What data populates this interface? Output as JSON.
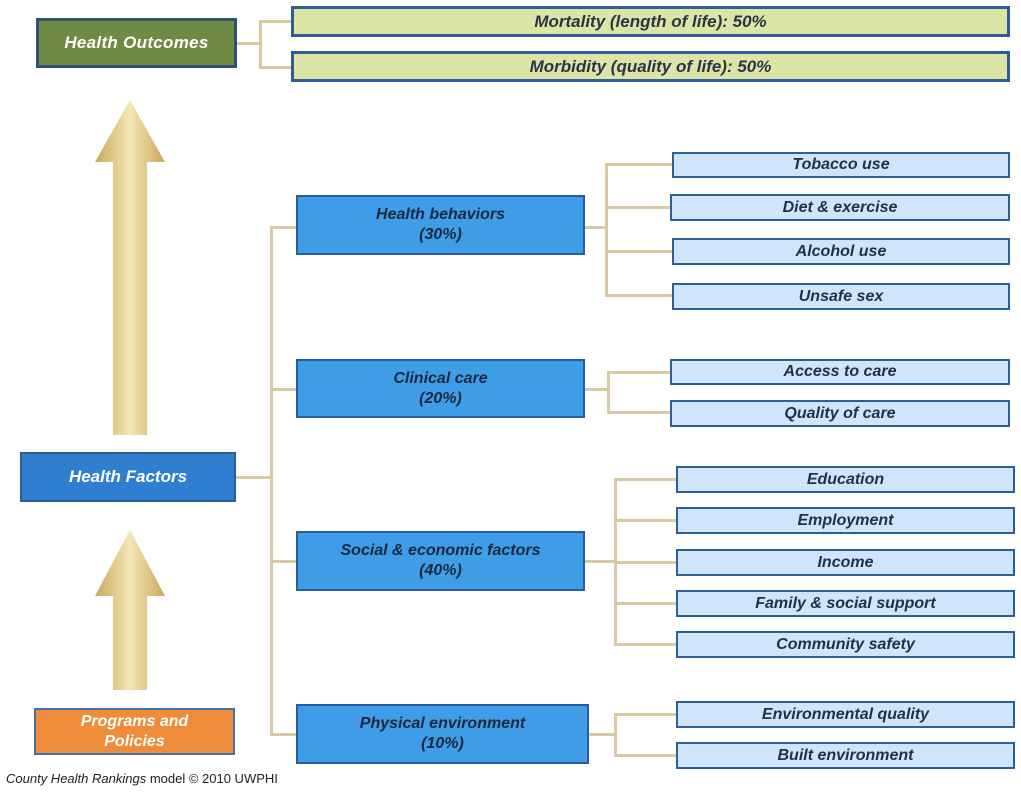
{
  "outcomes": {
    "title": "Health Outcomes",
    "items": [
      "Mortality (length of life): 50%",
      "Morbidity (quality of life): 50%"
    ]
  },
  "factors": {
    "title": "Health Factors",
    "categories": [
      {
        "name": "Health behaviors",
        "weight": "(30%)",
        "items": [
          "Tobacco use",
          "Diet & exercise",
          "Alcohol use",
          "Unsafe sex"
        ]
      },
      {
        "name": "Clinical care",
        "weight": "(20%)",
        "items": [
          "Access to care",
          "Quality of care"
        ]
      },
      {
        "name": "Social & economic factors",
        "weight": "(40%)",
        "items": [
          "Education",
          "Employment",
          "Income",
          "Family & social support",
          "Community safety"
        ]
      },
      {
        "name": "Physical environment",
        "weight": "(10%)",
        "items": [
          "Environmental quality",
          "Built environment"
        ]
      }
    ]
  },
  "programs": {
    "line1": "Programs and",
    "line2": "Policies"
  },
  "caption": {
    "italic": "County Health Rankings",
    "rest": " model © 2010 UWPHI"
  },
  "colors": {
    "outcomes_main": "#6f8a43",
    "outcome_items": "#dbe5a6",
    "factors_main": "#2f7fd1",
    "categories": "#3e9de6",
    "subitems": "#cfe5fb",
    "programs": "#ee8c3a",
    "arrow": "#e6cf8a",
    "connector": "#d8caa2"
  }
}
